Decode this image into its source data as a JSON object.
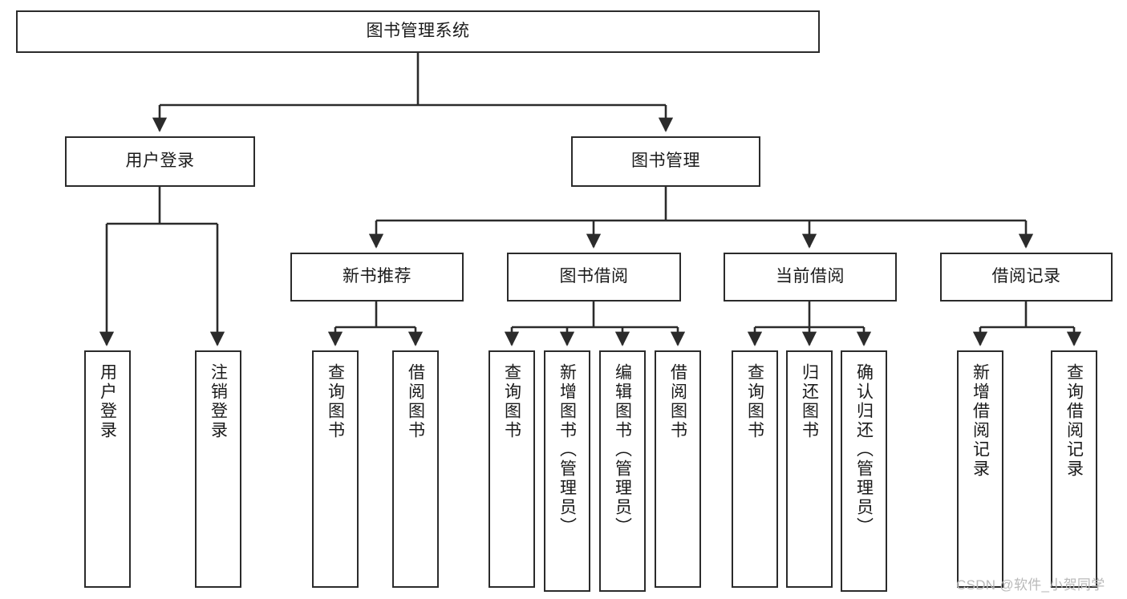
{
  "diagram": {
    "title": "图书管理系统",
    "type": "tree-hierarchy-diagram",
    "watermark": "CSDN @软件_小贺同学",
    "colors": {
      "node_border": "#2b2b2b",
      "node_fill": "#ffffff",
      "edge": "#2b2b2b",
      "text": "#1a1a1a",
      "watermark": "#b9b9b9",
      "background": "#ffffff"
    },
    "nodes": {
      "root": {
        "label": "图书管理系统"
      },
      "level2": [
        {
          "id": "user-login",
          "label": "用户登录"
        },
        {
          "id": "book-management",
          "label": "图书管理"
        }
      ],
      "level3": [
        {
          "id": "new-book-recommend",
          "label": "新书推荐"
        },
        {
          "id": "book-borrow",
          "label": "图书借阅"
        },
        {
          "id": "current-borrow",
          "label": "当前借阅"
        },
        {
          "id": "borrow-record",
          "label": "借阅记录"
        }
      ],
      "leaves": [
        {
          "id": "leaf-user-login",
          "label": "用户登录"
        },
        {
          "id": "leaf-logout-login",
          "label": "注销登录"
        },
        {
          "id": "leaf-query-book-1",
          "label": "查询图书"
        },
        {
          "id": "leaf-borrow-book-1",
          "label": "借阅图书"
        },
        {
          "id": "leaf-query-book-2",
          "label": "查询图书"
        },
        {
          "id": "leaf-add-book-admin",
          "label": "新增图书（管理员）"
        },
        {
          "id": "leaf-edit-book-admin",
          "label": "编辑图书（管理员）"
        },
        {
          "id": "leaf-borrow-book-2",
          "label": "借阅图书"
        },
        {
          "id": "leaf-query-book-3",
          "label": "查询图书"
        },
        {
          "id": "leaf-return-book",
          "label": "归还图书"
        },
        {
          "id": "leaf-confirm-return-admin",
          "label": "确认归还（管理员）"
        },
        {
          "id": "leaf-add-borrow-record",
          "label": "新增借阅记录"
        },
        {
          "id": "leaf-query-borrow-record",
          "label": "查询借阅记录"
        }
      ]
    }
  }
}
